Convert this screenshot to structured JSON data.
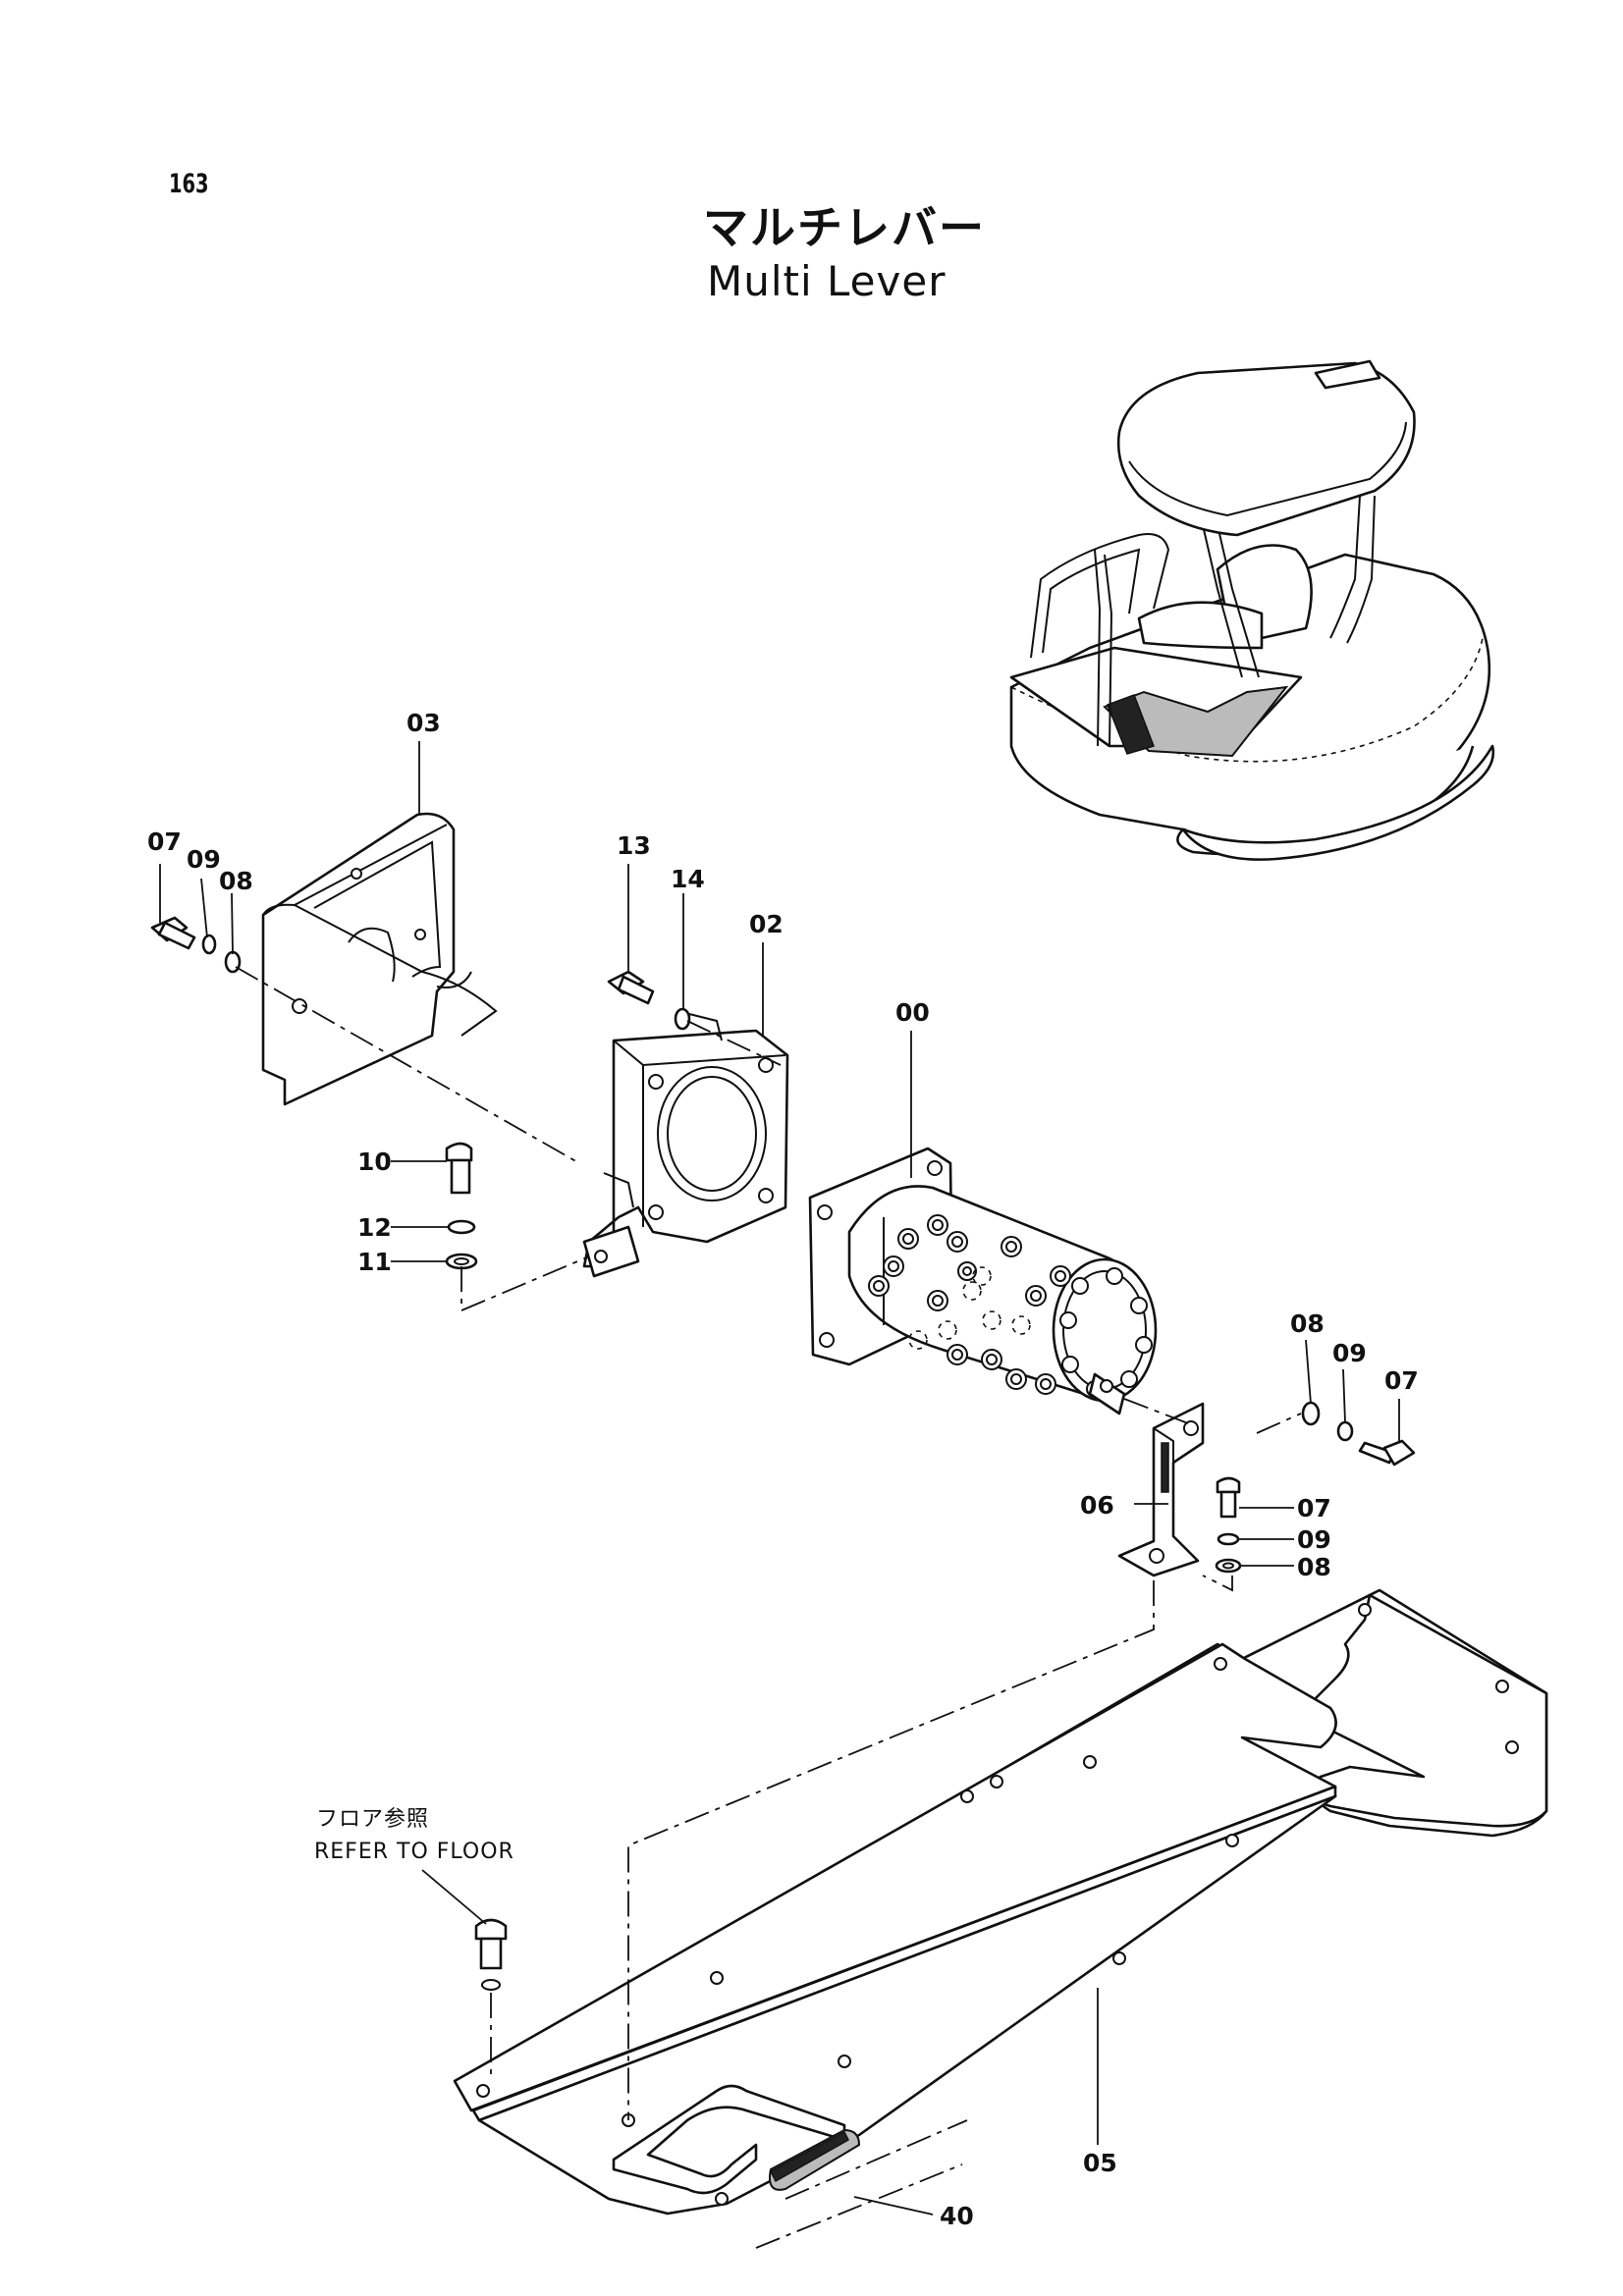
{
  "page": {
    "number": "163",
    "title_ja": "マルチレバー",
    "title_en": "Multi Lever"
  },
  "callouts": {
    "c00": "00",
    "c02": "02",
    "c03": "03",
    "c05": "05",
    "c06": "06",
    "c07_left": "07",
    "c09_left": "09",
    "c08_left": "08",
    "c13": "13",
    "c14": "14",
    "c10": "10",
    "c12": "12",
    "c11": "11",
    "c08_right": "08",
    "c09_right": "09",
    "c07_right": "07",
    "c07_lower": "07",
    "c09_lower": "09",
    "c08_lower": "08",
    "c40": "40"
  },
  "notes": {
    "refer_ja": "フロア参照",
    "refer_en": "REFER TO FLOOR"
  }
}
